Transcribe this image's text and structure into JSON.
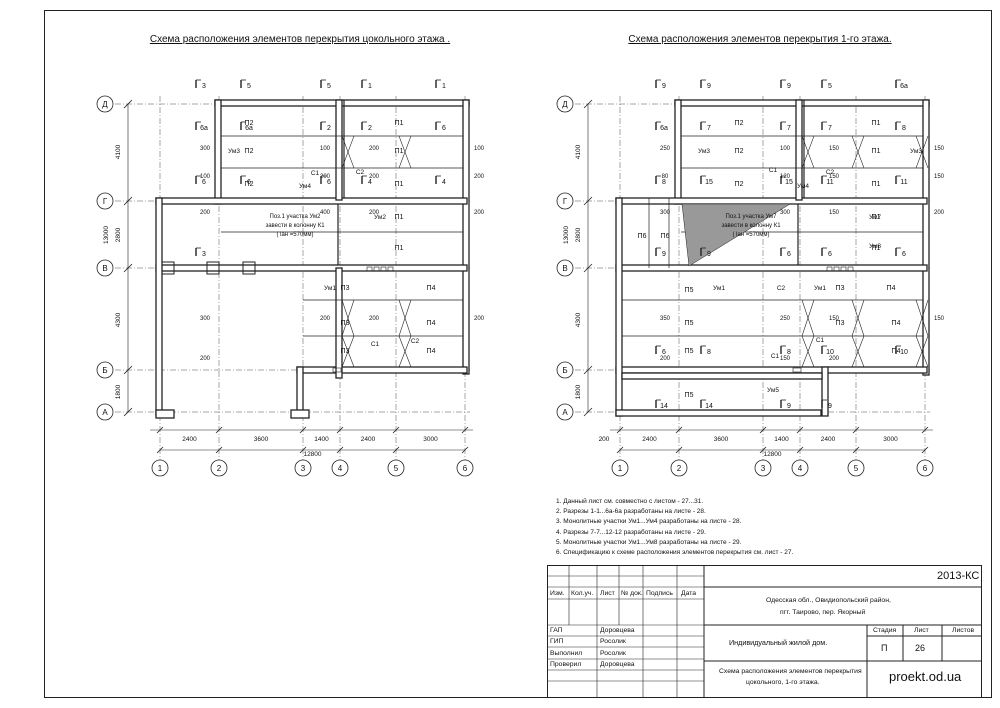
{
  "titles": {
    "left": "Схема расположения  элементов перекрытия цокольного этажа .",
    "right": "Схема расположения элементов перекрытия  1-го этажа."
  },
  "axes": {
    "rows": [
      "Д",
      "Г",
      "В",
      "Б",
      "А"
    ],
    "row_dims": [
      "4100",
      "2800",
      "13000",
      "4300",
      "1800"
    ],
    "cols": [
      "1",
      "2",
      "3",
      "4",
      "5",
      "6"
    ],
    "col_dims_left": [
      "2400",
      "3600",
      "1400",
      "2400",
      "3000"
    ],
    "col_dims_right": [
      "200",
      "2400",
      "3600",
      "1400",
      "2400",
      "3000"
    ],
    "total": "12800"
  },
  "left_plan": {
    "slabs": [
      "П2",
      "П1",
      "П2",
      "П1",
      "П2",
      "П1",
      "П1",
      "П1",
      "П3",
      "П4",
      "П3",
      "П4",
      "П3",
      "П4"
    ],
    "monolith": [
      "Ум3",
      "Ум4",
      "Ум2",
      "Ум1",
      "С1",
      "С2",
      "С1",
      "С2"
    ],
    "sections": [
      "3",
      "5",
      "5",
      "1",
      "1",
      "6а",
      "6а",
      "2",
      "2",
      "6",
      "6",
      "6",
      "6",
      "4",
      "4",
      "3"
    ],
    "dims": [
      "300",
      "100",
      "200",
      "100",
      "100",
      "200",
      "200",
      "200",
      "200",
      "400",
      "200",
      "200",
      "300",
      "200",
      "200",
      "200",
      "200"
    ],
    "note": [
      "Поз.1 участка Ум2",
      "завести в колонну К1",
      "( lан =570мм)"
    ]
  },
  "right_plan": {
    "slabs": [
      "П2",
      "П1",
      "П2",
      "П1",
      "П2",
      "П1",
      "П1",
      "П1",
      "П6",
      "П6",
      "П5",
      "П3",
      "П4",
      "П5",
      "П3",
      "П4",
      "П5",
      "П4",
      "П5"
    ],
    "monolith": [
      "Ум3",
      "Ум3",
      "Ум4",
      "Ум7",
      "Ум8",
      "Ум1",
      "Ум1",
      "Ум5",
      "С1",
      "С2",
      "С2",
      "С1",
      "С1"
    ],
    "sections": [
      "9",
      "9",
      "9",
      "5",
      "6а",
      "6а",
      "7",
      "7",
      "7",
      "8",
      "8",
      "15",
      "15",
      "11",
      "11",
      "9",
      "9",
      "6",
      "6",
      "6",
      "6",
      "8",
      "8",
      "10",
      "10",
      "14",
      "14",
      "9",
      "9"
    ],
    "dims": [
      "250",
      "100",
      "150",
      "150",
      "80",
      "120",
      "150",
      "150",
      "300",
      "300",
      "150",
      "200",
      "350",
      "250",
      "150",
      "150",
      "200",
      "150",
      "200"
    ],
    "note": [
      "Поз.1 участка Ум7",
      "завести в колонну К1",
      "( lан =570мм)"
    ]
  },
  "notes": [
    "1. Данный лист см. совместно с листом - 27...31.",
    "2. Разрезы 1-1...6а-6а разработаны на листе - 28.",
    "3. Монолитные участки Ум1...Ум4  разработаны на листе - 28.",
    "4. Разрезы  7-7...12-12  разработаны на листе - 29.",
    "5. Монолитные участки Ум1...Ум8  разработаны на листе - 29.",
    "6. Спецификацию к схеме расположения элементов перекрытия см. лист -  27."
  ],
  "stamp": {
    "code": "2013-КС",
    "address": [
      "Одесская обл., Овидиопольский район,",
      "пгт. Таирово, пер. Якорный"
    ],
    "headers": [
      "Изм.",
      "Кол.уч.",
      "Лист",
      "№ док.",
      "Подпись",
      "Дата"
    ],
    "roles": [
      {
        "role": "ГАП",
        "name": "Доровцева"
      },
      {
        "role": "ГИП",
        "name": "Росолик"
      },
      {
        "role": "Выполнил",
        "name": "Росолик"
      },
      {
        "role": "Проверил",
        "name": "Доровцева"
      }
    ],
    "building": "Индивидуальный жилой дом.",
    "stage_label": "Стадия",
    "sheet_label": "Лист",
    "sheets_label": "Листов",
    "stage": "П",
    "sheet": "26",
    "drawing": [
      "Схема расположения  элементов перекрытия",
      "цокольного, 1-го этажа."
    ],
    "site": "proekt.od.ua"
  }
}
